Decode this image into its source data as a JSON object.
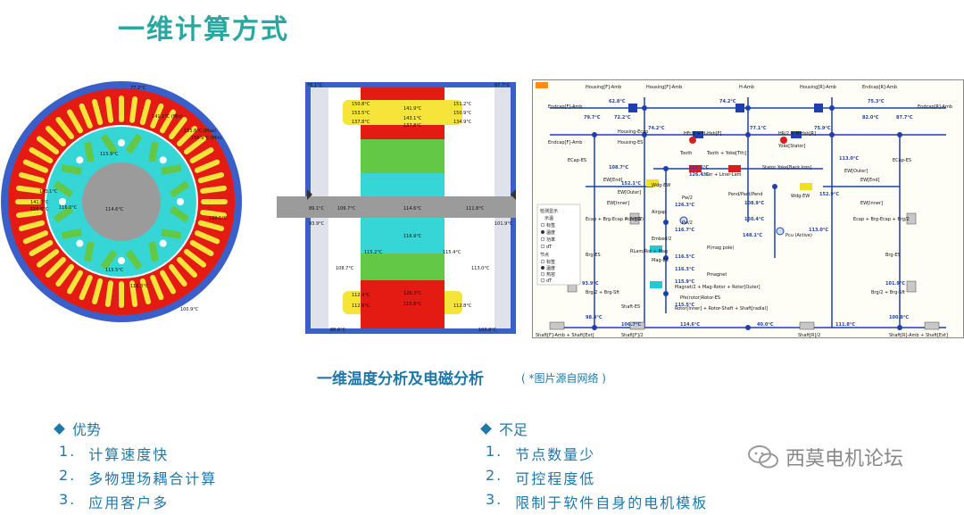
{
  "title": "一维计算方式",
  "caption": "一维温度分析及电磁分析",
  "caption_note": "( *图片源自网络 )",
  "stator_labels": {
    "top": "77.2°C",
    "winding_max": "155.8°C (Max)",
    "winding_min": "141.1°C (Min)",
    "slot": "156.9°C (Min)",
    "pole": "115.9°C",
    "left1": "143.1°C",
    "left2": "141.8°C",
    "left3": "116.6°C",
    "inner_left": "116.0°C",
    "center": "114.6°C",
    "right": "120.1°C",
    "bottom_pole": "115.5°C",
    "bottom_mid": "116.3°C",
    "bottom": "100.9°C"
  },
  "axial_labels": {
    "top_left": "76.1°C",
    "top_right": "87.7°C",
    "w1": "150.8°C",
    "w2": "141.9°C",
    "w3": "151.2°C",
    "w4": "153.5°C",
    "w5": "143.1°C",
    "w6": "150.9°C",
    "w7": "137.8°C",
    "w8": "137.8°C",
    "w9": "134.9°C",
    "shaft_left": "89.1°C",
    "shaft_mid1": "106.7°C",
    "shaft_mid2": "114.6°C",
    "shaft_right": "111.8°C",
    "end_left": "93.9°C",
    "end_right": "101.9°C",
    "mid_left": "108.7°C",
    "mid_right": "113.0°C",
    "r1": "115.2°C",
    "r2": "115.4°C",
    "r3": "116.9°C",
    "b1": "112.4°C",
    "b2": "126.3°C",
    "b3": "112.6°C",
    "b4": "112.8°C",
    "b5": "115.8°C",
    "bottom_left": "88.6°C",
    "bottom_right": "100.8°C"
  },
  "network_labels": {
    "housing_f_amb": "Housing[F]-Amb",
    "housing_f_amb2": "Housing[F]-Amb",
    "h_amb": "H-Amb",
    "housing_r_amb": "Housing[R]-Amb",
    "endcap_r_amb": "Endcap[R]-Amb",
    "endcap_f_amb": "Endcap[F]-Amb",
    "endcap_f_amb2": "Endcap[F]-Amb",
    "endcap_r_amb2": "Endcap[R]-Amb",
    "t1": "62.8°C",
    "t2": "74.2°C",
    "t3": "75.3°C",
    "t4": "79.7°C",
    "t5": "72.2°C",
    "t6": "82.0°C",
    "t7": "87.7°C",
    "t8": "77.1°C",
    "t9": "75.9°C",
    "t10": "74.2°C",
    "housing_ecap": "Housing-Ecap",
    "housing_es": "Housing-ES",
    "ecap_es": "ECap-ES",
    "ecap_es_r": "ECap-ES",
    "hfr2": "HFr/2 + H-Hsh[F]",
    "hfr2r": "HR/2 + H-Hsh[R]",
    "tooth": "Tooth",
    "tooth_yoke": "Tooth + Yoke[Tth]",
    "yoke": "Yoke[Stator]",
    "t11": "117.6°C",
    "t12": "126.4°C",
    "liner": "Liner + Liner-Lam",
    "stator_yoke": "Stator Yoke[Back Iron]",
    "t13": "108.7°C",
    "t14": "152.1°C",
    "t15": "126.3°C",
    "t16": "150.4°C",
    "t17": "148.1°C",
    "t18": "113.0°C",
    "t19": "152.9°C",
    "t20": "108.9°C",
    "t21": "113.0°C",
    "ew_inner": "EW[Inner]",
    "ew_outer": "EW[Outer]",
    "ew_end": "EW[End]",
    "wdg_ew": "Wdg-EW",
    "pend": "Pend/Pact/Pend",
    "pw": "Pw/2",
    "pcu": "Pcu (Active)",
    "pcu_ew": "Pcu(EW)",
    "airgap": "Airgap",
    "embed": "Embed/2",
    "t22": "116.7°C",
    "t23": "116.5°C",
    "t24": "115.9°C",
    "t25": "115.5°C",
    "t26": "116.3°C",
    "mag_es": "Mag-ES",
    "rlam": "RLam/Rot + Mag",
    "mag_pole": "P(mag pole)",
    "pmag": "Pmagnet",
    "magnet2": "Magnet/2 + Mag-Rotor + Rotor[Outer]",
    "rotor_inner": "Rotor[Inner] + Rotor-Shaft + Shaft[radial]",
    "rotor_es": "Pfe(rotor)Rotor-ES",
    "ecap_brg": "Ecap + Brg-Ecap + Brg/2",
    "brg_es": "Brg-ES",
    "brg_shaft": "Brg/2 + Brg-Sft",
    "shaft_es": "Shaft-ES",
    "t27": "93.9°C",
    "t28": "101.9°C",
    "t29": "98.4°C",
    "t30": "106.7°C",
    "t31": "114.6°C",
    "t32": "111.8°C",
    "t33": "40.0°C",
    "t34": "100.8°C",
    "shaft_f_amb": "Shaft[F]-Amb + Shaft[Ext]",
    "shaft_f2": "Shaft[F]/2",
    "shaft_r2": "Shaft[R]/2",
    "shaft_r_amb": "Shaft[R]-Amb + Shaft[Ext]",
    "legend_title": "检测显示",
    "legend_show": "示温",
    "legend_opts": [
      "标签",
      "温度",
      "功率",
      "dT"
    ],
    "legend_node": "节点",
    "legend_node_opts": [
      "标签",
      "温度",
      "热容",
      "dT"
    ]
  },
  "advantages": {
    "heading": "优势",
    "items": [
      "计算速度快",
      "多物理场耦合计算",
      "应用客户多"
    ]
  },
  "disadvantages": {
    "heading": "不足",
    "items": [
      "节点数量少",
      "可控程度低",
      "限制于软件自身的电机模板"
    ]
  },
  "watermark": "西莫电机论坛",
  "colors": {
    "title": "#2aa7a0",
    "text": "#1f78a8",
    "frame_blue": "#3a5fc8",
    "stator_red": "#e41b13",
    "winding_yellow": "#f5e43a",
    "rotor_cyan": "#36d6d6",
    "magnet_green": "#62c846",
    "shaft_gray": "#9b9b9b"
  }
}
